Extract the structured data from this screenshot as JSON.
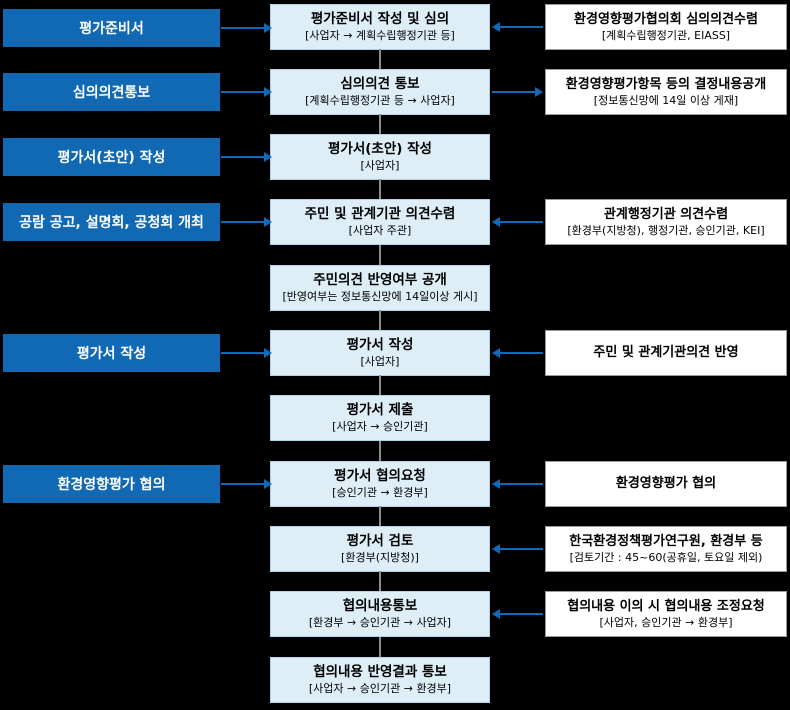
{
  "colors": {
    "stage-blue": "#1169b4",
    "arrow-blue": "#0f6ab8",
    "process-fill": "#deeef7",
    "process-border": "#aed1e6",
    "connector-gray": "#8c8c8c",
    "info-border": "#9a9a9a"
  },
  "left_boxes": [
    {
      "label": "평가준비서"
    },
    {
      "label": "심의의견통보"
    },
    {
      "label": "평가서(초안) 작성"
    },
    {
      "label": "공람 공고, 설명회, 공청회 개최"
    },
    {
      "label": "평가서 작성"
    },
    {
      "label": "환경영향평가 협의"
    }
  ],
  "middle_boxes": [
    {
      "title": "평가준비서 작성 및 심의",
      "subtitle": "[사업자 → 계획수립행정기관 등]"
    },
    {
      "title": "심의의견 통보",
      "subtitle": "[계획수립행정기관 등 → 사업자]"
    },
    {
      "title": "평가서(초안) 작성",
      "subtitle": "[사업자]"
    },
    {
      "title": "주민 및 관계기관 의견수렴",
      "subtitle": "[사업자 주관]"
    },
    {
      "title": "주민의견 반영여부 공개",
      "subtitle": "[반영여부는 정보통신망에 14일이상 게시]"
    },
    {
      "title": "평가서 작성",
      "subtitle": "[사업자]"
    },
    {
      "title": "평가서 제출",
      "subtitle": "[사업자 → 승인기관]"
    },
    {
      "title": "평가서 협의요청",
      "subtitle": "[승인기관 → 환경부]"
    },
    {
      "title": "평가서 검토",
      "subtitle": "[환경부(지방청)]"
    },
    {
      "title": "협의내용통보",
      "subtitle": "[환경부 → 승인기관 → 사업자]"
    },
    {
      "title": "협의내용 반영결과 통보",
      "subtitle": "[사업자 → 승인기관 → 환경부]"
    }
  ],
  "right_boxes": [
    {
      "title": "환경영향평가협의회 심의의견수렴",
      "subtitle": "[계획수립행정기관, EIASS]"
    },
    {
      "title": "환경영향평가항목 등의 결정내용공개",
      "subtitle": "[정보통신망에 14일 이상 게재]"
    },
    {
      "title": "관계행정기관 의견수렴",
      "subtitle": "[환경부(지방청), 행정기관, 승인기관, KEI]"
    },
    {
      "title": "주민 및 관계기관의견 반영"
    },
    {
      "title": "환경영향평가 협의"
    },
    {
      "title": "한국환경정책평가연구원, 환경부 등",
      "subtitle": "[검토기간 : 45~60(공휴일, 토요일 제외)"
    },
    {
      "title": "협의내용 이의 시 협의내용 조정요청",
      "subtitle": "[사업자, 승인기관 → 환경부]"
    }
  ]
}
